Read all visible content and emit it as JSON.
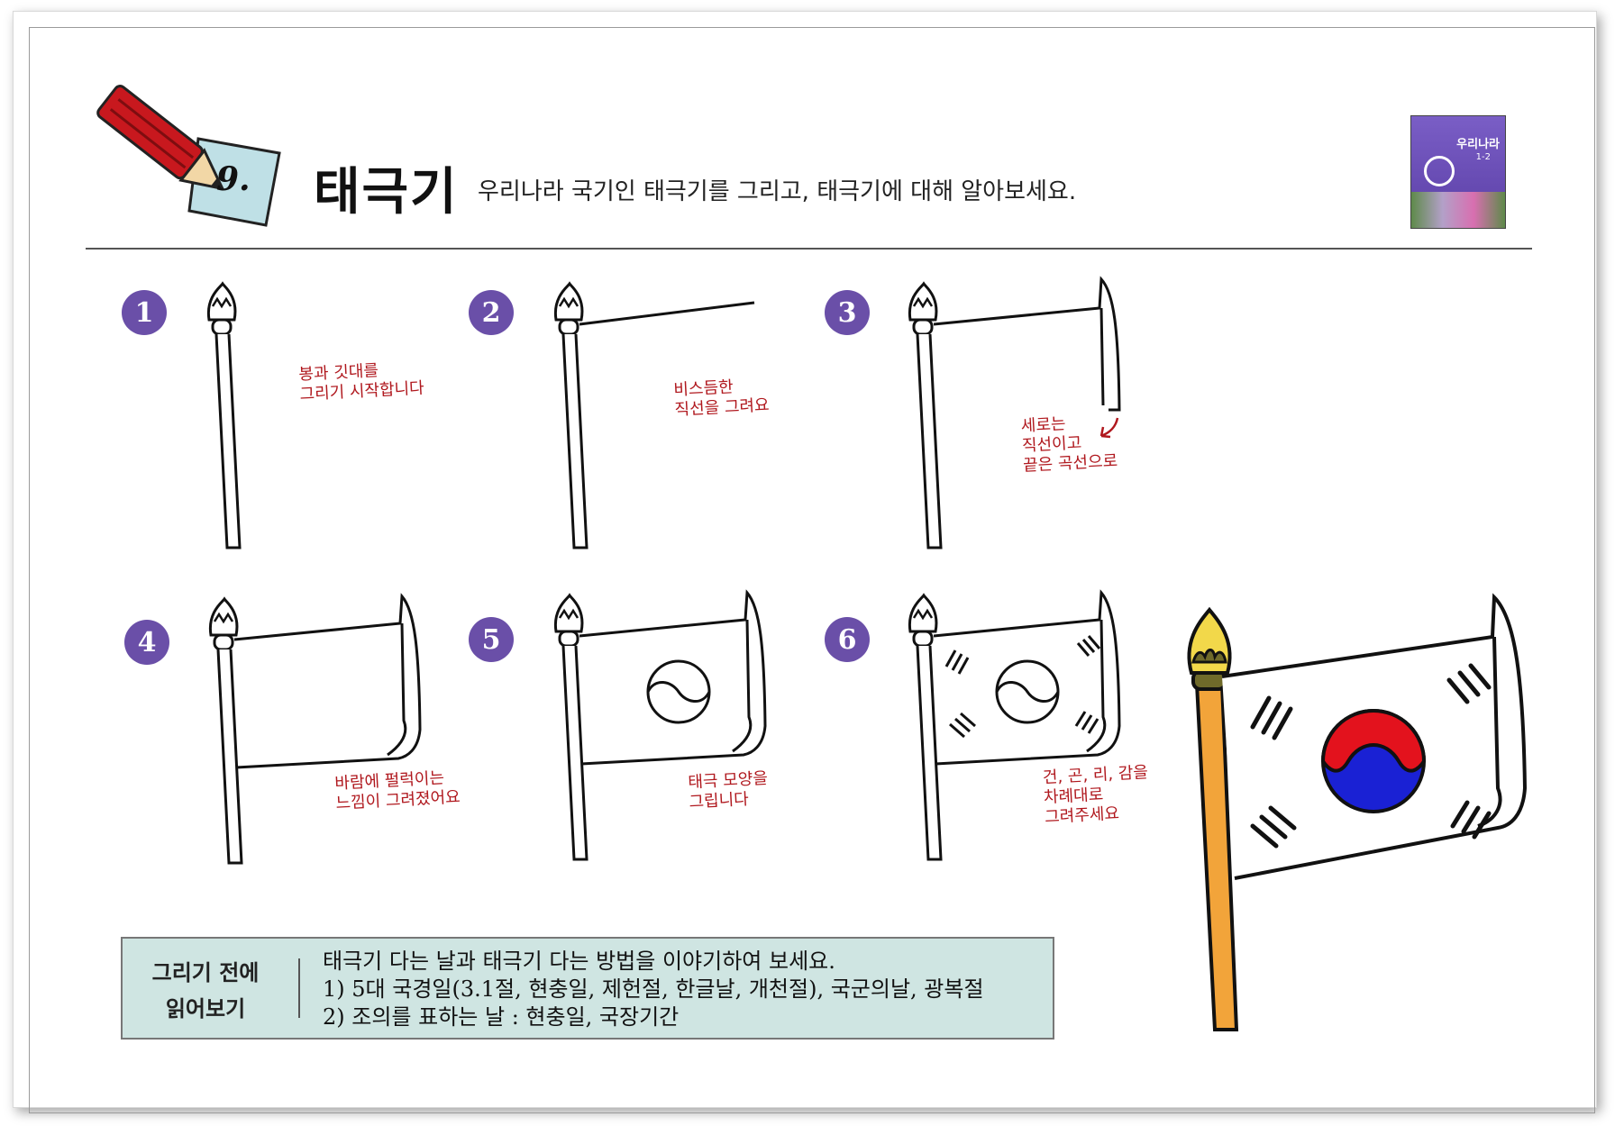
{
  "header": {
    "lesson_number": "9.",
    "title": "태극기",
    "subtitle": "우리나라 국기인 태극기를 그리고, 태극기에 대해 알아보세요."
  },
  "book": {
    "title": "우리나라",
    "grade": "1-2"
  },
  "steps": [
    {
      "number": "1",
      "note": "봉과 깃대를\n그리기 시작합니다"
    },
    {
      "number": "2",
      "note": "비스듬한\n직선을 그려요"
    },
    {
      "number": "3",
      "note": "세로는\n직선이고\n끝은 곡선으로"
    },
    {
      "number": "4",
      "note": "바람에 펄럭이는\n느낌이 그려졌어요"
    },
    {
      "number": "5",
      "note": "태극 모양을\n그립니다"
    },
    {
      "number": "6",
      "note": "건, 곤, 리, 감을\n차례대로\n그려주세요"
    }
  ],
  "info": {
    "label_line1": "그리기 전에",
    "label_line2": "읽어보기",
    "line1": "태극기 다는 날과 태극기 다는 방법을 이야기하여 보세요.",
    "line2": "1) 5대 국경일(3.1절, 현충일, 제헌절, 한글날, 개천절), 국군의날, 광복절",
    "line3": "2) 조의를 표하는 날 : 현충일, 국장기간"
  },
  "colors": {
    "badge": "#6a4fa8",
    "note_text": "#b0181e",
    "info_bg": "#cfe5e2",
    "taegeuk_red": "#e3121d",
    "taegeuk_blue": "#1a21d4",
    "pole_orange": "#f2a43a",
    "finial_yellow": "#f2d84a",
    "pencil_red": "#c8181e"
  }
}
